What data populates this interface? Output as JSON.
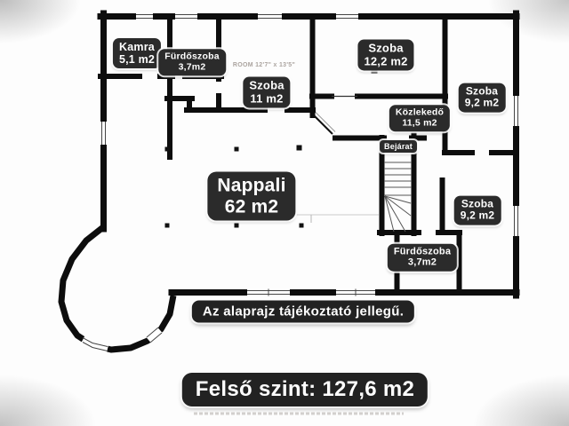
{
  "floorplan": {
    "title": "Felső szint: 127,6 m2",
    "disclaimer": "Az alaprajz tájékoztató jellegű.",
    "rooms": {
      "kamra": {
        "name": "Kamra",
        "area": "5,1 m2"
      },
      "furdoszoba_top": {
        "name": "Fürdőszoba",
        "area": "3,7m2"
      },
      "szoba_11": {
        "name": "Szoba",
        "area": "11 m2"
      },
      "szoba_12_2": {
        "name": "Szoba",
        "area": "12,2 m2"
      },
      "szoba_9_2_top": {
        "name": "Szoba",
        "area": "9,2 m2"
      },
      "kozlekedo": {
        "name": "Közlekedő",
        "area": "11,5 m2"
      },
      "bejarat": {
        "name": "Bejárat"
      },
      "szoba_9_2_mid": {
        "name": "Szoba",
        "area": "9,2 m2"
      },
      "furdoszoba_bottom": {
        "name": "Fürdőszoba",
        "area": "3,7m2"
      },
      "nappali": {
        "name": "Nappali",
        "area": "62 m2"
      }
    },
    "faint_note": {
      "line1": "ROOM",
      "line2": "12'7\" x 13'5\""
    },
    "colors": {
      "wall": "#0d0d0d",
      "label_bg": "#2b2b2b",
      "label_text": "#ffffff",
      "background": "#fdfdfd"
    }
  }
}
